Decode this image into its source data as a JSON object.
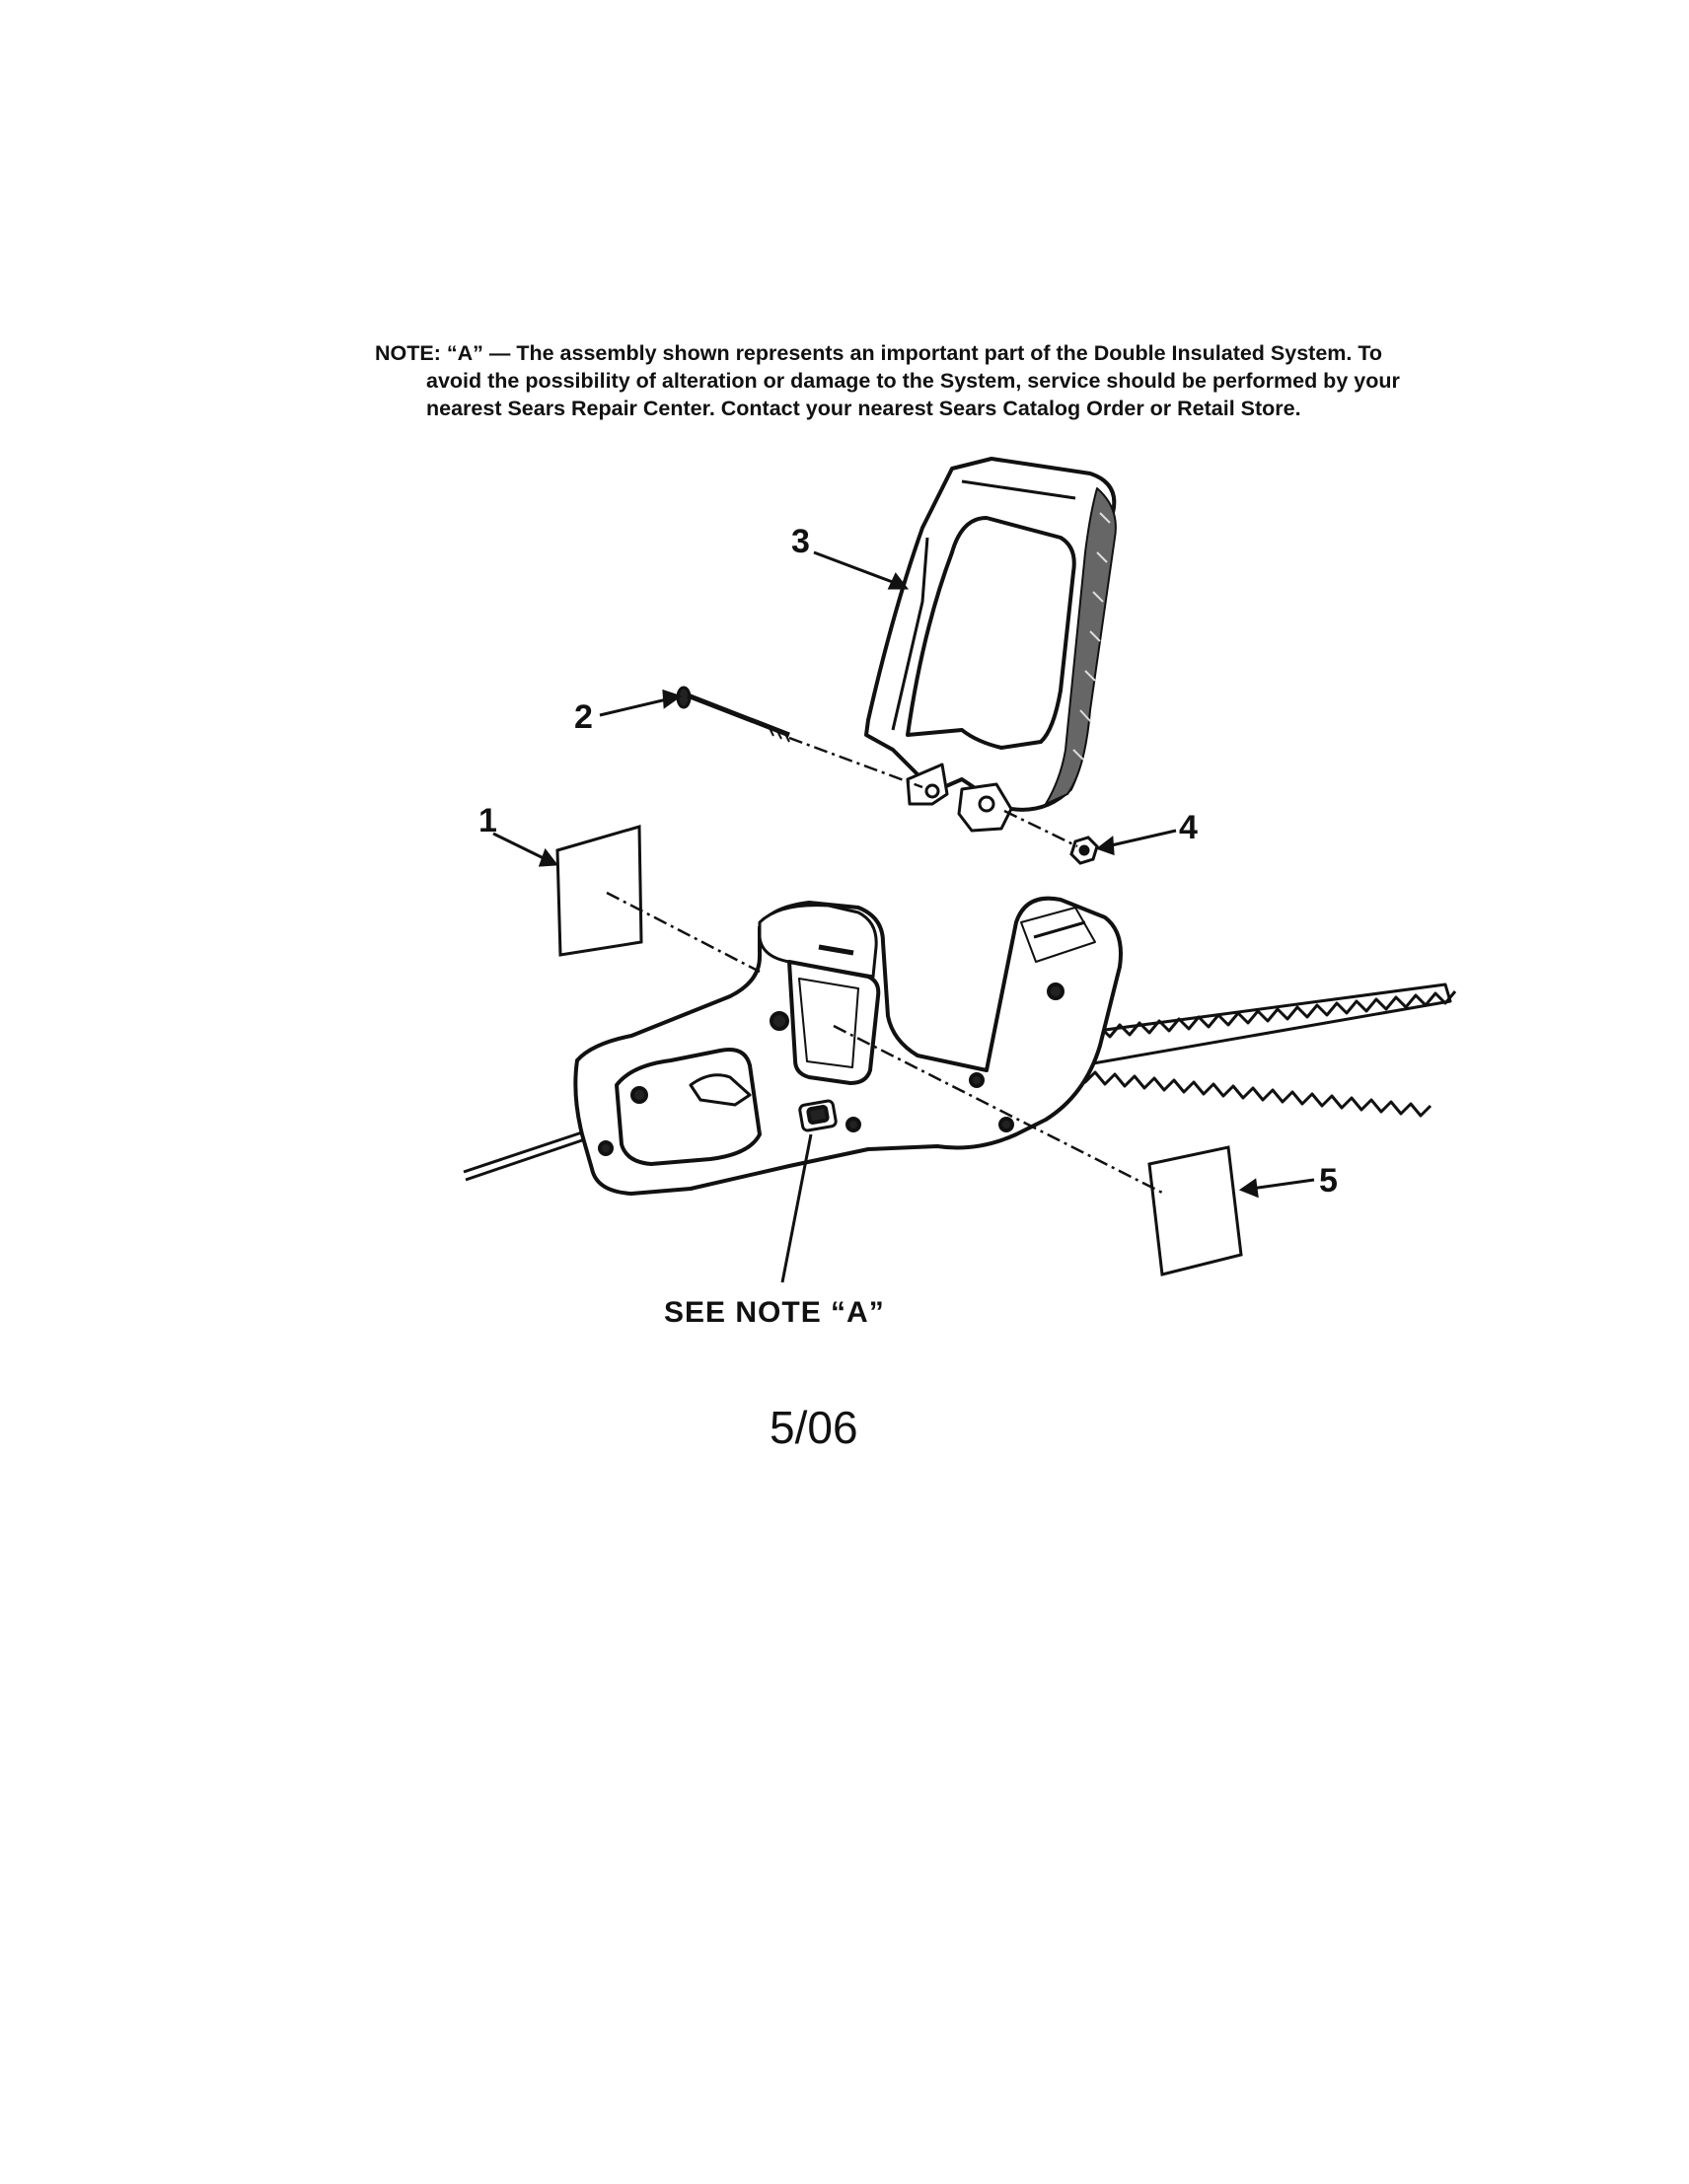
{
  "note": {
    "line1": "NOTE: “A” — The assembly shown represents an important part of the Double Insulated System. To",
    "line2": "avoid the possibility of alteration or damage to the System, service should be performed by your",
    "line3": "nearest Sears Repair Center. Contact your nearest Sears Catalog Order or Retail Store."
  },
  "callouts": {
    "c1": "1",
    "c2": "2",
    "c3": "3",
    "c4": "4",
    "c5": "5"
  },
  "see_note": "SEE NOTE “A”",
  "page_number": "5/06"
}
